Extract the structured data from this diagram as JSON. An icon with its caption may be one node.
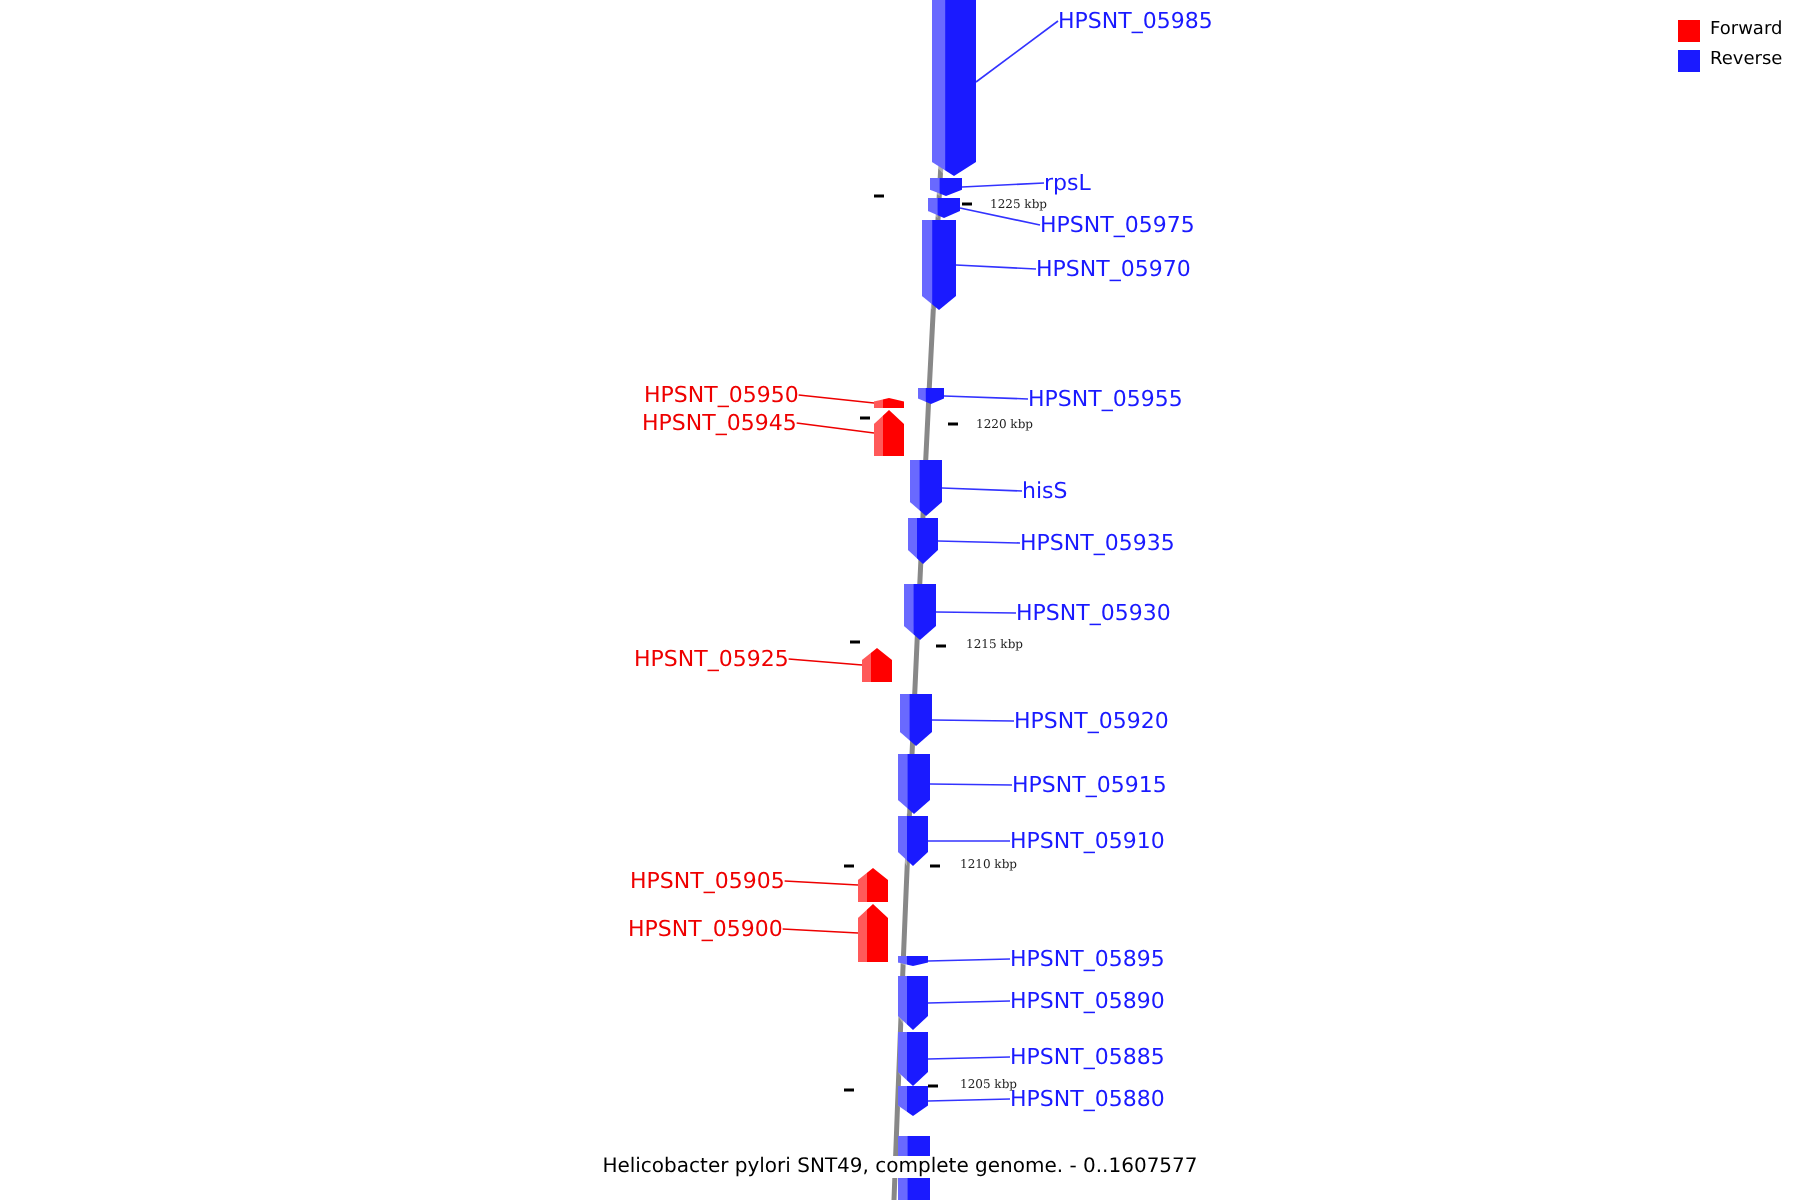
{
  "diagram": {
    "caption": "Helicobacter pylori SNT49, complete genome. - 0..1607577",
    "nodes": [
      {
        "text": [
          "HPSNT_05985"
        ]
      },
      {
        "text": [],
        "shape": "pentagon"
      },
      {
        "text": [
          "rpsL"
        ]
      },
      {
        "text": [],
        "shape": "pentagon"
      },
      {
        "text": [
          "HPSNT_05975"
        ]
      },
      {
        "text": [],
        "shape": "pentagon"
      },
      {
        "text": [
          "HPSNT_05970"
        ]
      },
      {
        "text": [],
        "shape": "pentagon"
      },
      {
        "text": [
          "HPSNT_05950"
        ]
      },
      {
        "text": [],
        "shape": "pentagon"
      },
      {
        "text": [
          "HPSNT_05955"
        ]
      },
      {
        "text": [],
        "shape": "pentagon"
      },
      {
        "text": [
          "HPSNT_05945"
        ]
      },
      {
        "text": [],
        "shape": "pentagon"
      },
      {
        "text": [
          "hisS"
        ]
      },
      {
        "text": [],
        "shape": "pentagon"
      },
      {
        "text": [
          "HPSNT_05935"
        ]
      },
      {
        "text": [],
        "shape": "pentagon"
      },
      {
        "text": [
          "HPSNT_05930"
        ]
      },
      {
        "text": [],
        "shape": "pentagon"
      },
      {
        "text": [
          "HPSNT_05925"
        ]
      },
      {
        "text": [],
        "shape": "pentagon"
      },
      {
        "text": [
          "HPSNT_05920"
        ]
      },
      {
        "text": [],
        "shape": "pentagon"
      },
      {
        "text": [
          "HPSNT_05915"
        ]
      },
      {
        "text": [],
        "shape": "pentagon"
      },
      {
        "text": [
          "HPSNT_05910"
        ]
      },
      {
        "text": [],
        "shape": "pentagon"
      },
      {
        "text": [
          "HPSNT_05905"
        ]
      },
      {
        "text": [],
        "shape": "pentagon"
      },
      {
        "text": [
          "HPSNT_05900"
        ]
      },
      {
        "text": [],
        "shape": "pentagon"
      },
      {
        "text": [
          "HPSNT_05895"
        ]
      },
      {
        "text": [],
        "shape": "pentagon"
      },
      {
        "text": [
          "HPSNT_05890"
        ]
      },
      {
        "text": [],
        "shape": "pentagon"
      },
      {
        "text": [
          "HPSNT_05885"
        ]
      },
      {
        "text": [],
        "shape": "pentagon"
      },
      {
        "text": [
          "HPSNT_05880"
        ]
      },
      {
        "text": [],
        "shape": "pentagon"
      },
      {
        "text": [],
        "shape": "pentagon"
      }
    ],
    "edges": [
      {
        "from": 0,
        "to": 1,
        "arrow": "none"
      },
      {
        "from": 2,
        "to": 3,
        "arrow": "none"
      },
      {
        "from": 4,
        "to": 5,
        "arrow": "none"
      },
      {
        "from": 6,
        "to": 7,
        "arrow": "none"
      },
      {
        "from": 8,
        "to": 9,
        "arrow": "none",
        "color": "#ee0000"
      },
      {
        "from": 10,
        "to": 11,
        "arrow": "none"
      },
      {
        "from": 12,
        "to": 13,
        "arrow": "none",
        "color": "#ee0000"
      },
      {
        "from": 14,
        "to": 15,
        "arrow": "none"
      },
      {
        "from": 16,
        "to": 17,
        "arrow": "none"
      },
      {
        "from": 18,
        "to": 19,
        "arrow": "none"
      },
      {
        "from": 20,
        "to": 21,
        "arrow": "none",
        "color": "#ee0000"
      },
      {
        "from": 22,
        "to": 23,
        "arrow": "none"
      },
      {
        "from": 24,
        "to": 25,
        "arrow": "none"
      },
      {
        "from": 26,
        "to": 27,
        "arrow": "none"
      },
      {
        "from": 28,
        "to": 29,
        "arrow": "none",
        "color": "#ee0000"
      },
      {
        "from": 30,
        "to": 31,
        "arrow": "none",
        "color": "#ee0000"
      },
      {
        "from": 32,
        "to": 33,
        "arrow": "none"
      },
      {
        "from": 34,
        "to": 35,
        "arrow": "none"
      },
      {
        "from": 36,
        "to": 37,
        "arrow": "none"
      },
      {
        "from": 38,
        "to": 39,
        "arrow": "none"
      }
    ],
    "labels": [
      "1225 kbp",
      "1220 kbp",
      "1215 kbp",
      "1210 kbp",
      "1205 kbp"
    ],
    "legend": [
      {
        "text": "Forward",
        "color": "#ff0000"
      },
      {
        "text": "Reverse",
        "color": "#1a1aff"
      }
    ]
  }
}
